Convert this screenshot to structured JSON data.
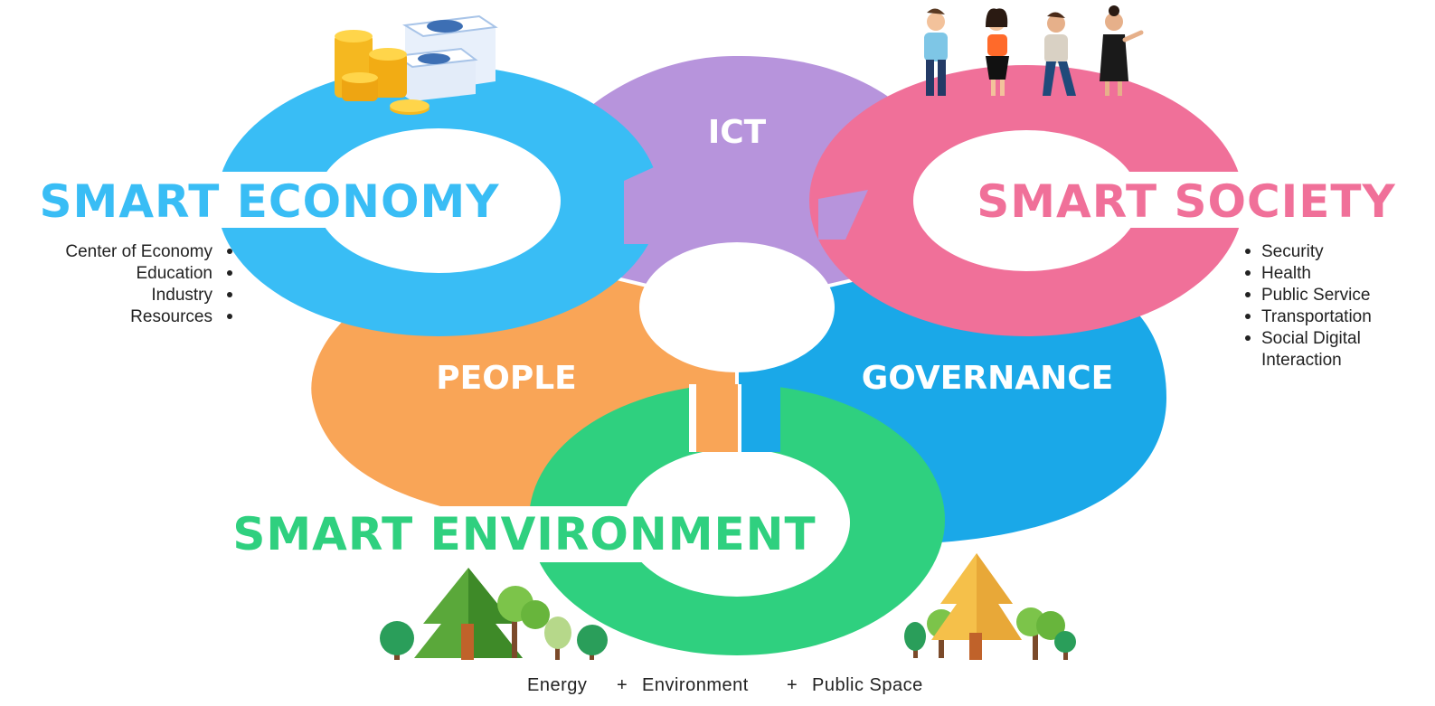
{
  "colors": {
    "ict": "#b794dc",
    "people": "#f9a557",
    "governance": "#1aa8e8",
    "economy": "#39bdf5",
    "society": "#f07099",
    "environment": "#2fd07f",
    "text": "#222222"
  },
  "center": {
    "ict": "ICT",
    "people": "PEOPLE",
    "governance": "GOVERNANCE"
  },
  "economy": {
    "title": "SMART ECONOMY",
    "items": [
      "Center of Economy",
      "Education",
      "Industry",
      "Resources"
    ]
  },
  "society": {
    "title": "SMART SOCIETY",
    "items": [
      "Security",
      "Health",
      "Public Service",
      "Transportation",
      "Social Digital",
      "Interaction"
    ]
  },
  "environment": {
    "title": "SMART ENVIRONMENT",
    "footer": [
      "Energy",
      "+",
      "Environment",
      "+",
      "Public Space"
    ]
  },
  "illustrations": [
    "coins-money-icon",
    "people-group-icon",
    "trees-icon"
  ]
}
